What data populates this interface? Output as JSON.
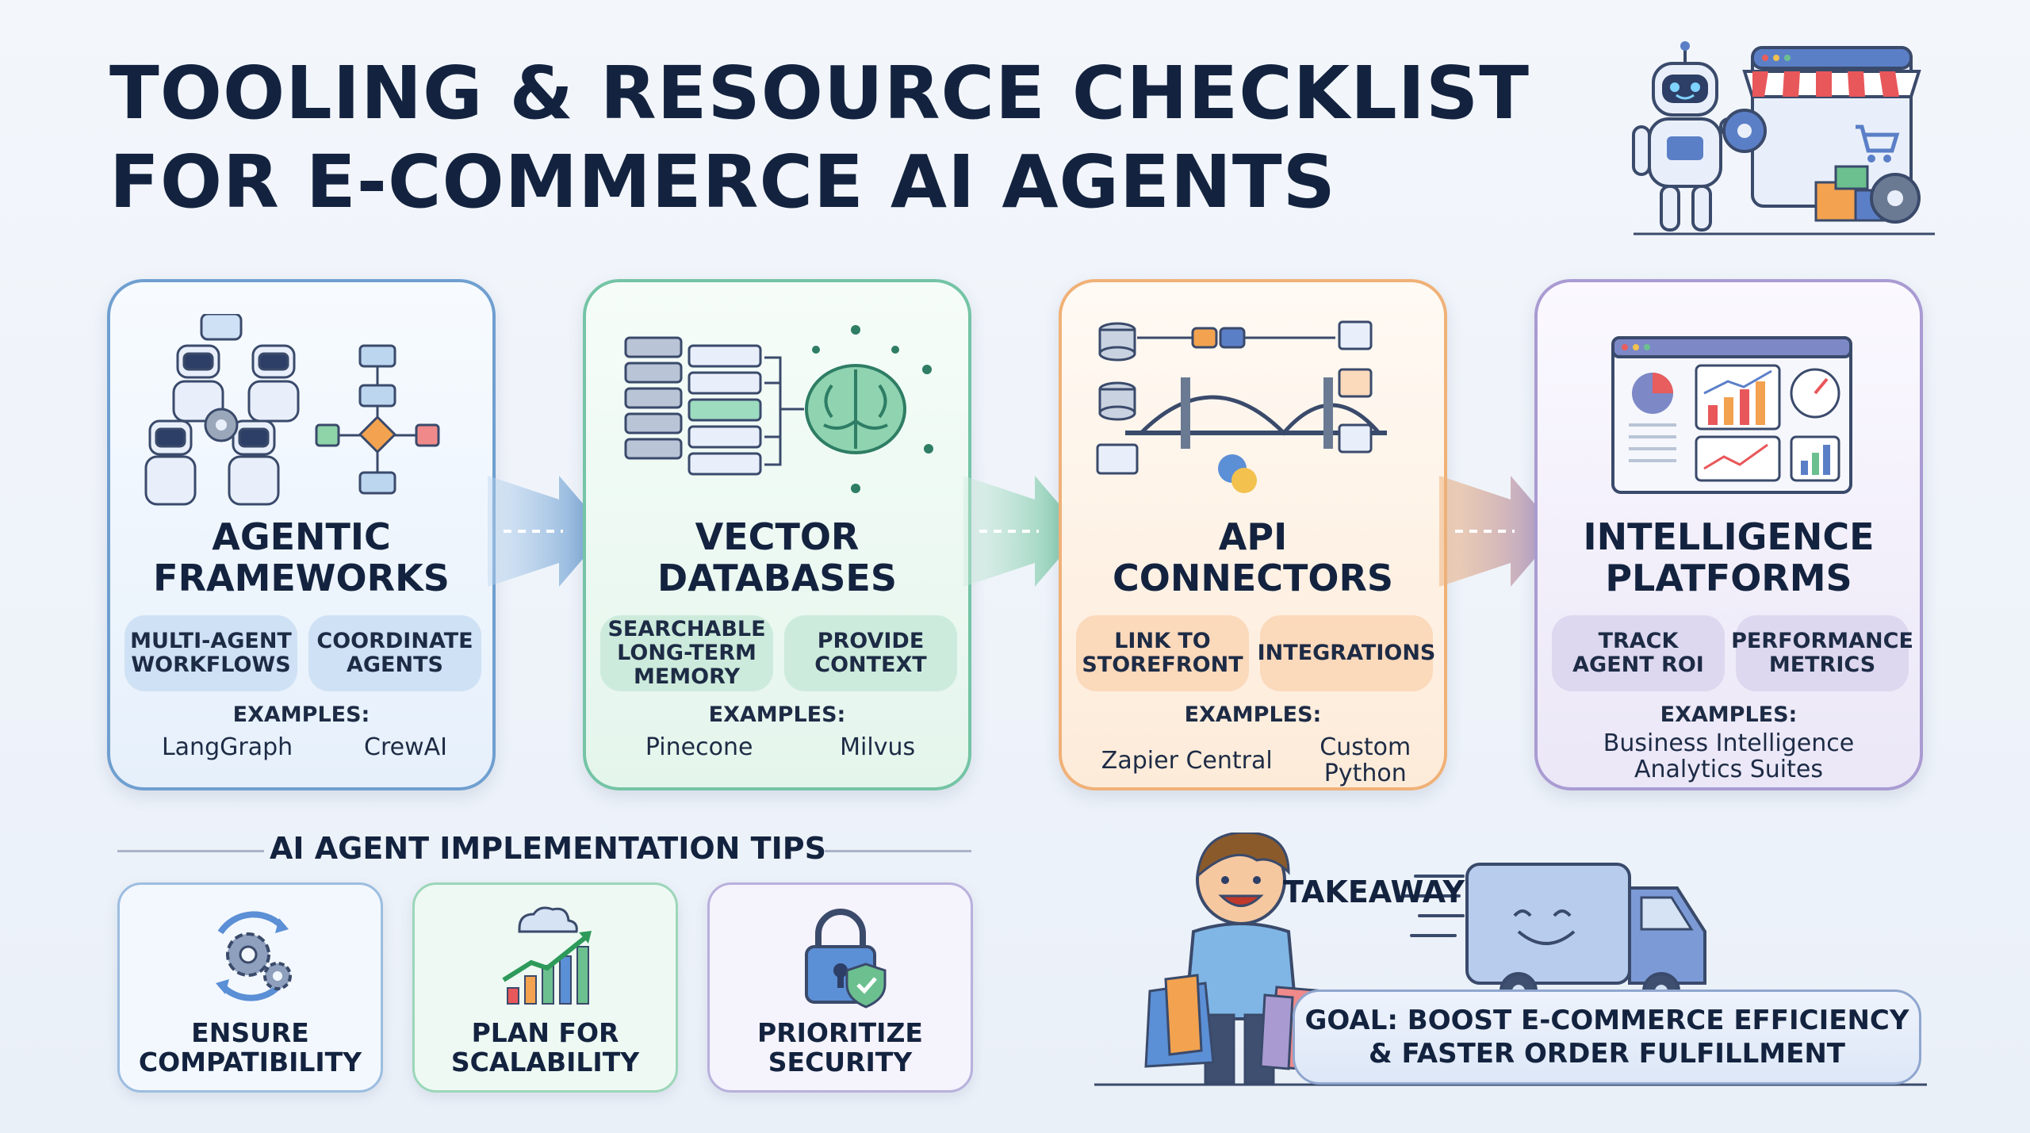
{
  "title": {
    "line1": "TOOLING & RESOURCE CHECKLIST",
    "line2": "FOR E-COMMERCE AI AGENTS"
  },
  "cards": [
    {
      "title_line1": "AGENTIC",
      "title_line2": "FRAMEWORKS",
      "pill1": [
        "MULTI-AGENT",
        "WORKFLOWS"
      ],
      "pill2": [
        "COORDINATE",
        "AGENTS"
      ],
      "examples_label": "EXAMPLES:",
      "examples": [
        "LangGraph",
        "CrewAI"
      ],
      "accent": "#6f9fd0"
    },
    {
      "title_line1": "VECTOR",
      "title_line2": "DATABASES",
      "pill1": [
        "SEARCHABLE",
        "LONG-TERM",
        "MEMORY"
      ],
      "pill2": [
        "PROVIDE",
        "CONTEXT"
      ],
      "examples_label": "EXAMPLES:",
      "examples": [
        "Pinecone",
        "Milvus"
      ],
      "accent": "#74c4a5"
    },
    {
      "title_line1": "API",
      "title_line2": "CONNECTORS",
      "pill1": [
        "LINK TO",
        "STOREFRONT"
      ],
      "pill2": [
        "INTEGRATIONS"
      ],
      "examples_label": "EXAMPLES:",
      "examples": [
        "Zapier Central",
        "Custom",
        "Python"
      ],
      "accent": "#f0b177"
    },
    {
      "title_line1": "INTELLIGENCE",
      "title_line2": "PLATFORMS",
      "pill1": [
        "TRACK",
        "AGENT ROI"
      ],
      "pill2": [
        "PERFORMANCE",
        "METRICS"
      ],
      "examples_label": "EXAMPLES:",
      "examples": [
        "Business Intelligence",
        "Analytics Suites"
      ],
      "accent": "#a99bd2"
    }
  ],
  "tips": {
    "heading": "AI AGENT IMPLEMENTATION TIPS",
    "items": [
      {
        "line1": "ENSURE",
        "line2": "COMPATIBILITY",
        "icon": "gears-cycle-icon"
      },
      {
        "line1": "PLAN FOR",
        "line2": "SCALABILITY",
        "icon": "growth-chart-icon"
      },
      {
        "line1": "PRIORITIZE",
        "line2": "SECURITY",
        "icon": "lock-shield-icon"
      }
    ]
  },
  "takeaway": {
    "label": "TAKEAWAY",
    "goal_line1": "GOAL: BOOST E-COMMERCE EFFICIENCY",
    "goal_line2": "& FASTER ORDER FULFILLMENT"
  }
}
